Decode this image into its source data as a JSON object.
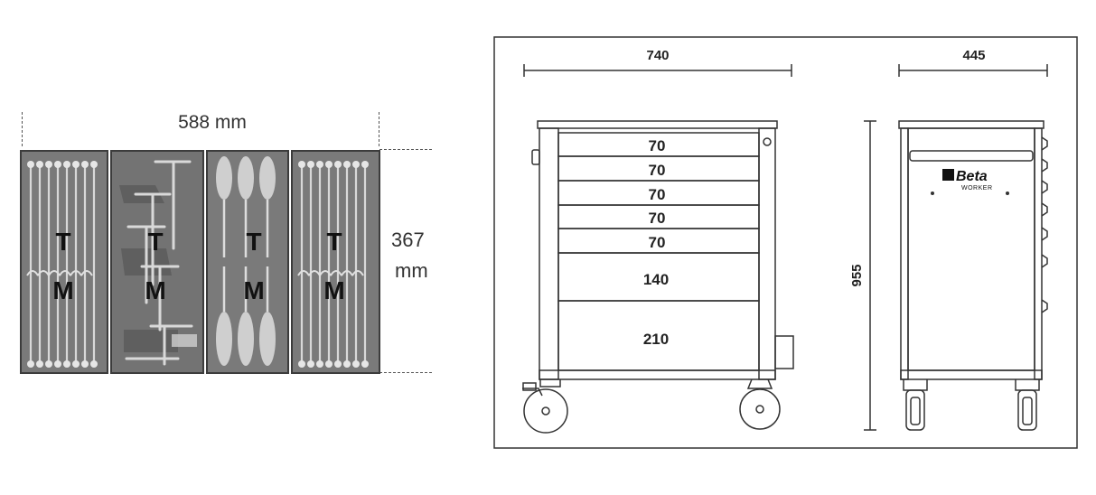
{
  "tray": {
    "width_label": "588 mm",
    "height_value": "367",
    "height_unit": "mm",
    "modules": [
      {
        "top": "T",
        "bottom": "M",
        "contents": "combination wrenches"
      },
      {
        "top": "T",
        "bottom": "M",
        "contents": "T-handle keys"
      },
      {
        "top": "T",
        "bottom": "M",
        "contents": "screwdrivers"
      },
      {
        "top": "T",
        "bottom": "M",
        "contents": "combination wrenches"
      }
    ]
  },
  "front_view": {
    "width_label": "740",
    "drawers": [
      "70",
      "70",
      "70",
      "70",
      "70",
      "140",
      "210"
    ]
  },
  "side_view": {
    "depth_label": "445",
    "height_label": "955",
    "logo_brand": "Beta",
    "logo_sub": "WORKER"
  },
  "colors": {
    "tray_bg": "#7a7a7a",
    "tray_border": "#3c3c3c",
    "letter": "#111111",
    "line": "#333333"
  }
}
